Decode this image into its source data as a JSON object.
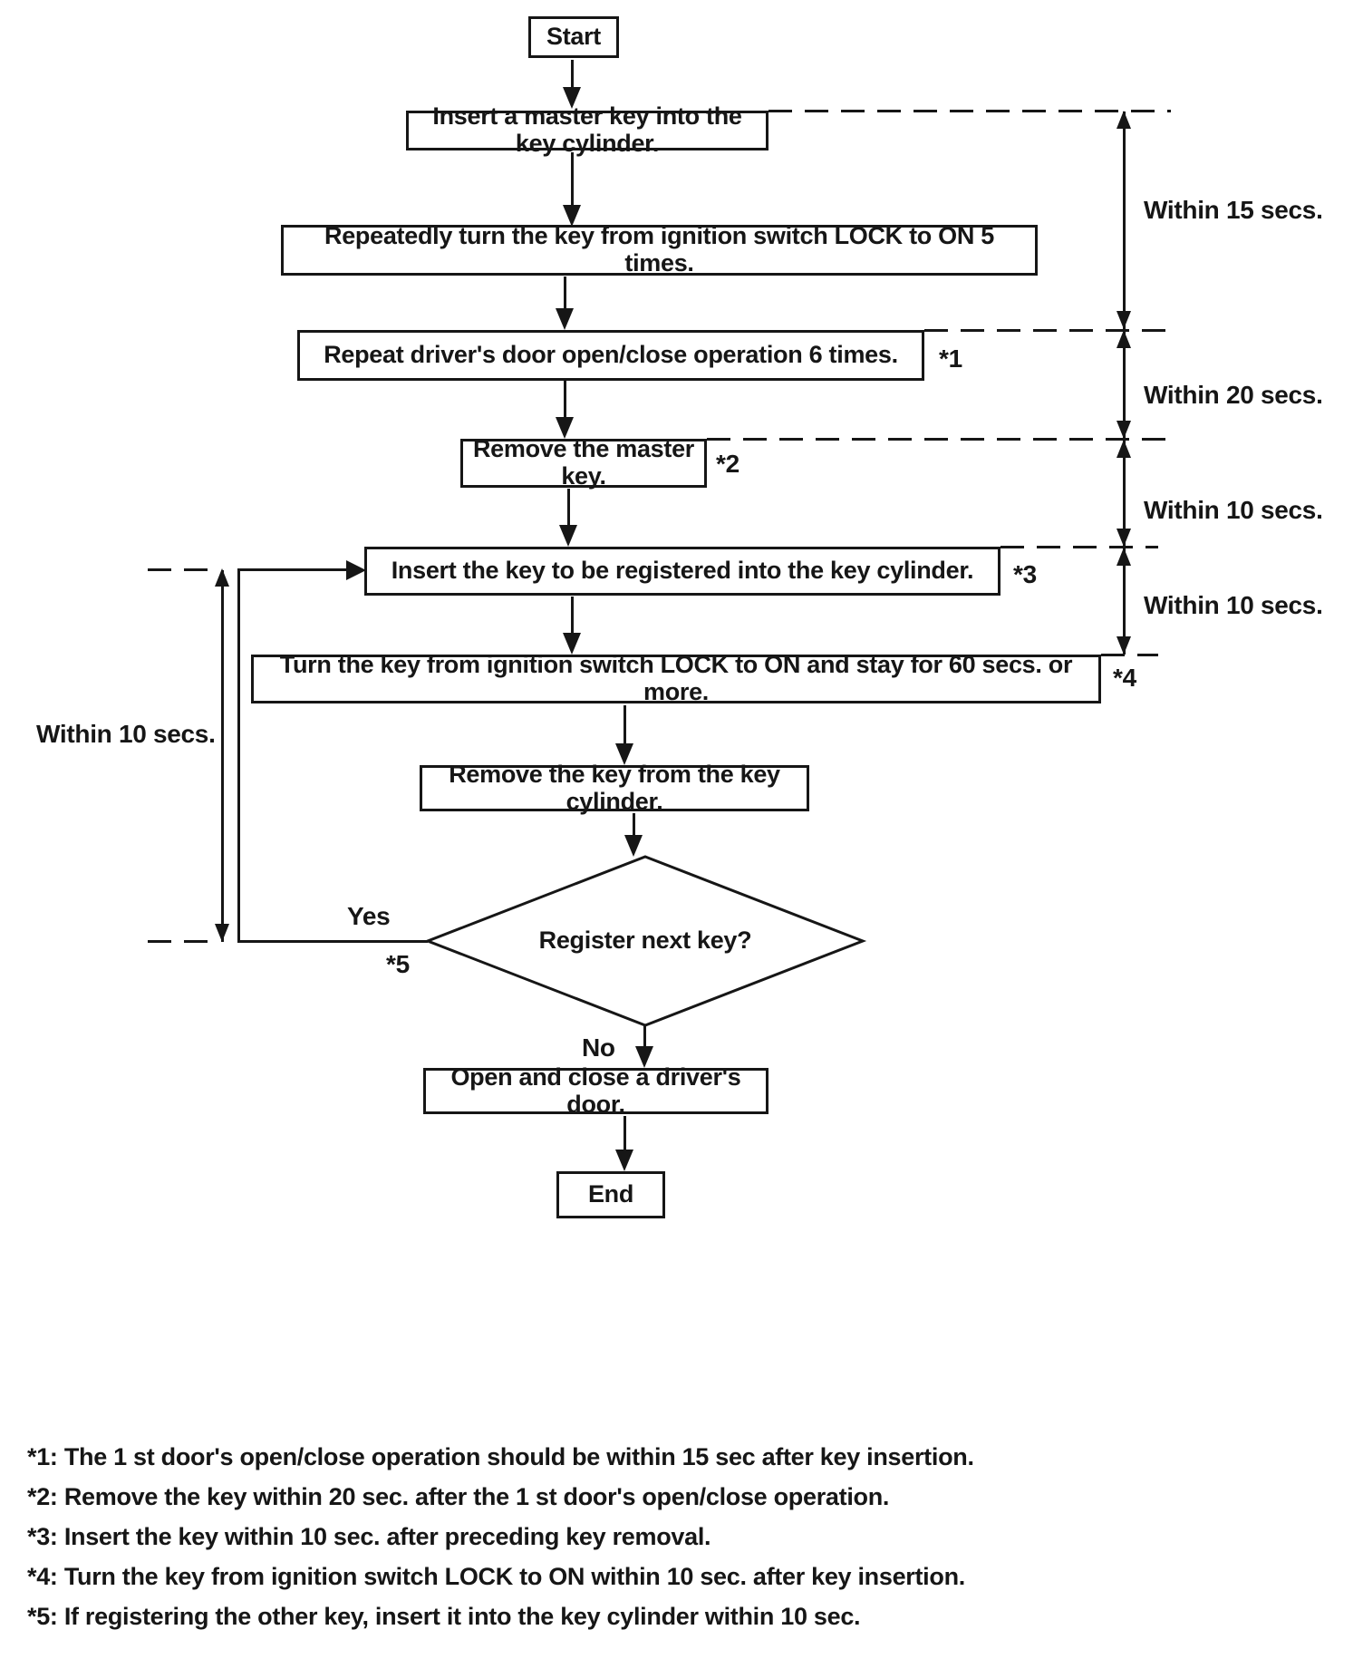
{
  "diagram": {
    "type": "flowchart",
    "background": "#ffffff",
    "ink": "#161616",
    "nodes": {
      "start": "Start",
      "step1": "Insert a master key into the key cylinder.",
      "step2": "Repeatedly turn the key from ignition switch LOCK to ON 5 times.",
      "step3": "Repeat driver's door open/close operation 6 times.",
      "step3_note": "*1",
      "step4": "Remove the master key.",
      "step4_note": "*2",
      "step5": "Insert the key to be registered into the key cylinder.",
      "step5_note": "*3",
      "step6": "Turn the key from ignition switch LOCK to ON and stay for 60 secs. or more.",
      "step6_note": "*4",
      "step7": "Remove the key from the key cylinder.",
      "decision": "Register next key?",
      "decision_yes": "Yes",
      "decision_yes_note": "*5",
      "decision_no": "No",
      "step8": "Open and close a driver's door.",
      "end": "End"
    },
    "timing": {
      "right1": "Within 15 secs.",
      "right2": "Within 20 secs.",
      "right3": "Within 10 secs.",
      "right4": "Within 10 secs.",
      "left": "Within 10 secs."
    },
    "footnotes": [
      "*1: The 1 st door's open/close operation should be within 15 sec after key insertion.",
      "*2: Remove the key within 20 sec. after the 1 st door's open/close operation.",
      "*3: Insert the key within 10 sec. after preceding key removal.",
      "*4: Turn the key from ignition switch LOCK to ON within 10 sec. after key insertion.",
      "*5: If registering the other key, insert it into the key cylinder within 10 sec."
    ]
  }
}
